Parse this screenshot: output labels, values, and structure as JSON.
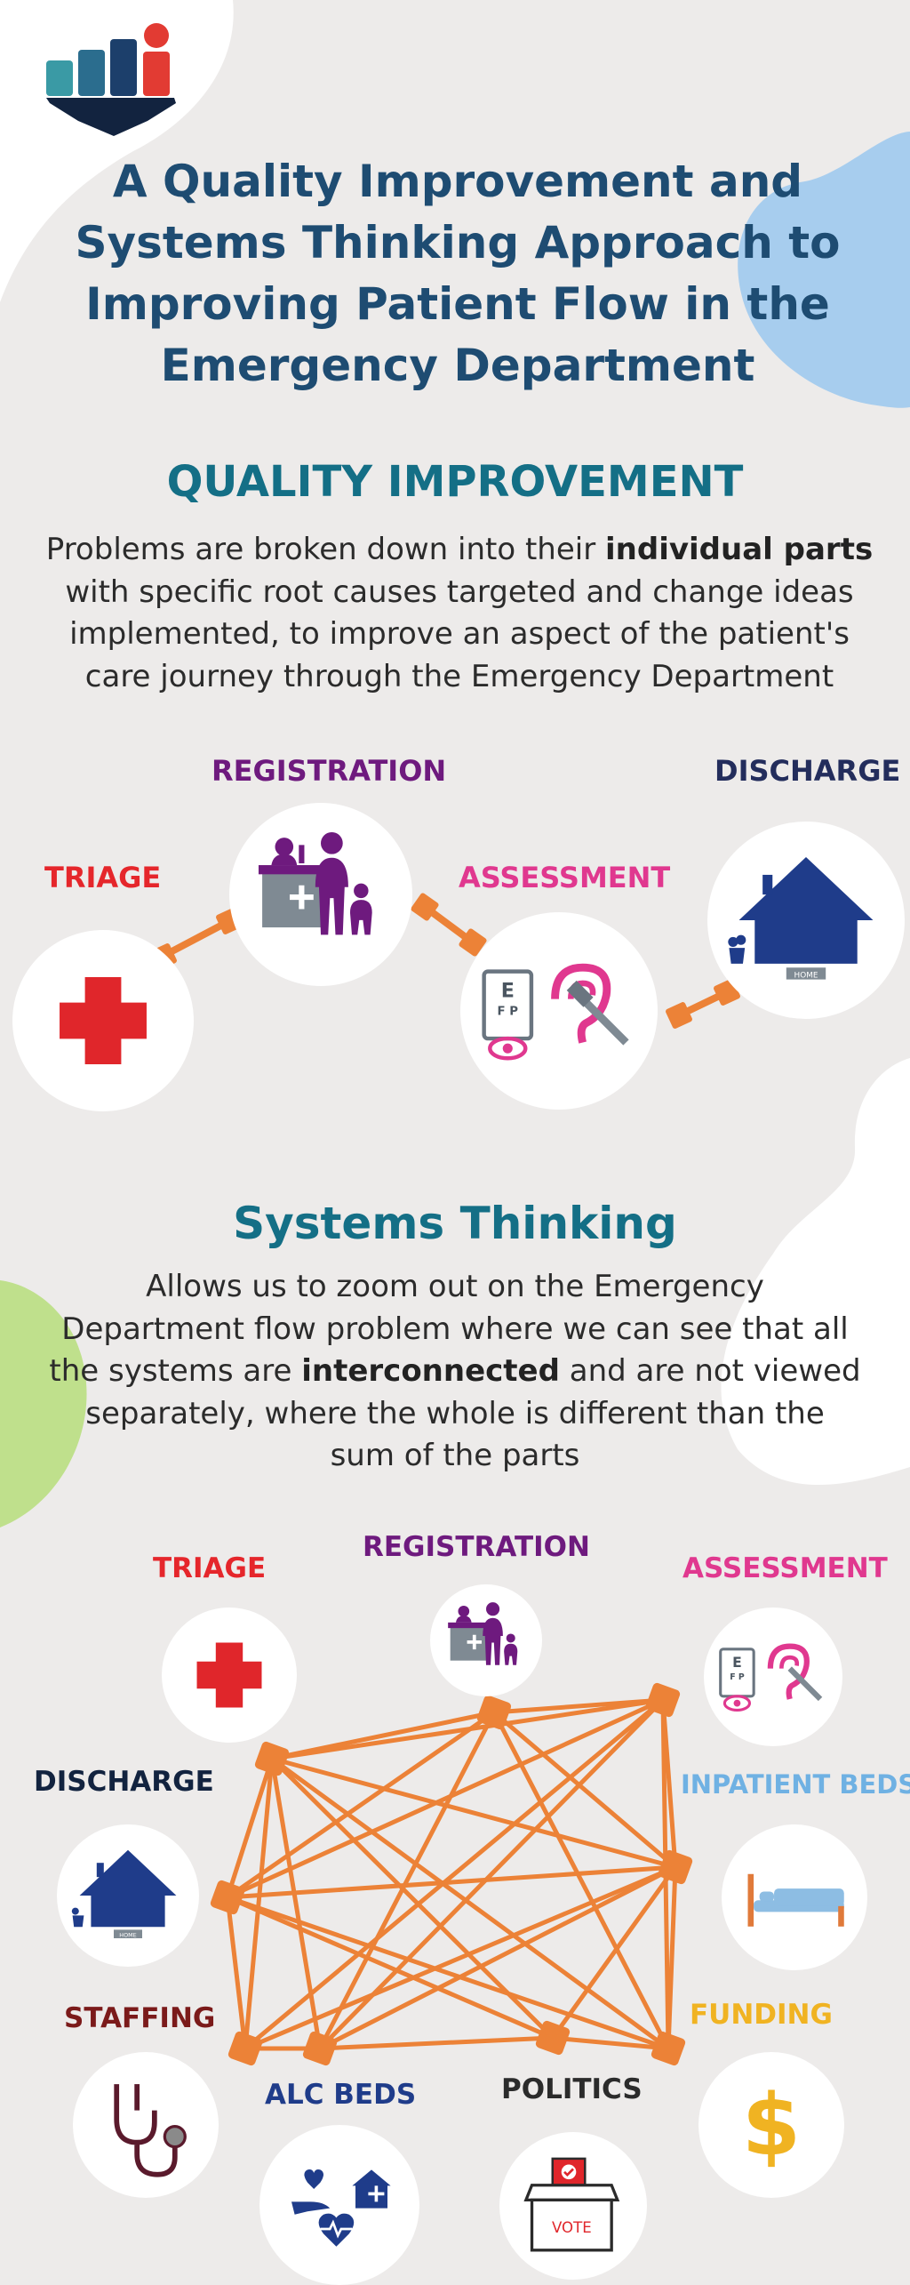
{
  "title": "A Quality Improvement and Systems Thinking Approach to Improving Patient Flow in the Emergency Department",
  "quality": {
    "heading": "QUALITY IMPROVEMENT",
    "lines": [
      {
        "pre": "Problems are broken down into their ",
        "bold": "individual parts",
        "post": ""
      },
      {
        "pre": "with specific root causes targeted and change ideas",
        "bold": "",
        "post": ""
      },
      {
        "pre": "implemented, to improve an aspect of the patient's",
        "bold": "",
        "post": ""
      },
      {
        "pre": "care journey through the Emergency Department",
        "bold": "",
        "post": ""
      }
    ],
    "steps": {
      "triage": "TRIAGE",
      "registration": "REGISTRATION",
      "assessment": "ASSESSMENT",
      "discharge": "DISCHARGE"
    }
  },
  "systems": {
    "heading": "Systems Thinking",
    "lines": [
      {
        "pre": "Allows us to zoom out on the Emergency",
        "bold": "",
        "post": ""
      },
      {
        "pre": "Department flow problem where we can see that all",
        "bold": "",
        "post": ""
      },
      {
        "pre": "the systems are ",
        "bold": "interconnected",
        "post": " and are not viewed"
      },
      {
        "pre": "separately, where the whole is different than the",
        "bold": "",
        "post": ""
      },
      {
        "pre": "sum of the parts",
        "bold": "",
        "post": ""
      }
    ],
    "nodes": {
      "triage": "TRIAGE",
      "registration": "REGISTRATION",
      "assessment": "ASSESSMENT",
      "discharge": "DISCHARGE",
      "inpatient_beds": "INPATIENT BEDS",
      "staffing": "STAFFING",
      "funding": "FUNDING",
      "alc_beds": "ALC BEDS",
      "politics": "POLITICS"
    }
  },
  "icon_text": {
    "home": "HOME",
    "vote": "VOTE",
    "eye_chart": [
      "E",
      "F P"
    ],
    "dollar": "$"
  },
  "colors": {
    "title_navy": "#1e4c72",
    "heading_teal": "#146f86",
    "triage_red": "#e5262b",
    "registration_purple": "#6e1a7e",
    "assessment_pink": "#e0388f",
    "discharge_navy": "#232d5c",
    "inpatient_blue": "#6fb1e3",
    "staffing_maroon": "#7b1a1a",
    "funding_gold": "#f0b322",
    "alc_navy": "#1f3c8a",
    "connector_orange": "#ec8237"
  },
  "icons": [
    "logo-bars-icon",
    "medical-cross-icon",
    "family-registration-icon",
    "eye-chart-icon",
    "hearing-icon",
    "house-icon",
    "bed-icon",
    "stethoscope-icon",
    "dollar-icon",
    "care-hands-icon",
    "ballot-box-icon"
  ]
}
